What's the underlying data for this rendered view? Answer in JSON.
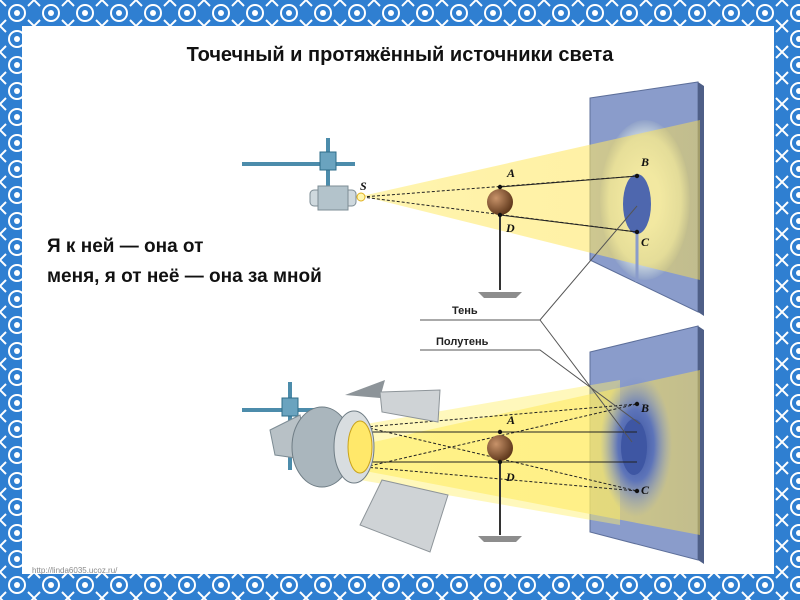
{
  "title": "Точечный и протяжённый источники света",
  "riddle": {
    "line1": "Я к ней — она от",
    "line2": "меня, я от неё  — она за мной"
  },
  "labels": {
    "shadow": "Тень",
    "penumbra": "Полутень",
    "source_point": "S",
    "point_a": "A",
    "point_b": "B",
    "point_c": "C",
    "point_d": "D"
  },
  "watermark": "http://linda6035.ucoz.ru/",
  "colors": {
    "frame": "#2f7fd1",
    "light": "#ffe45a",
    "screen": "#8a9ccb",
    "shadow": "#4e67ae",
    "ball": "#8a5a34"
  }
}
